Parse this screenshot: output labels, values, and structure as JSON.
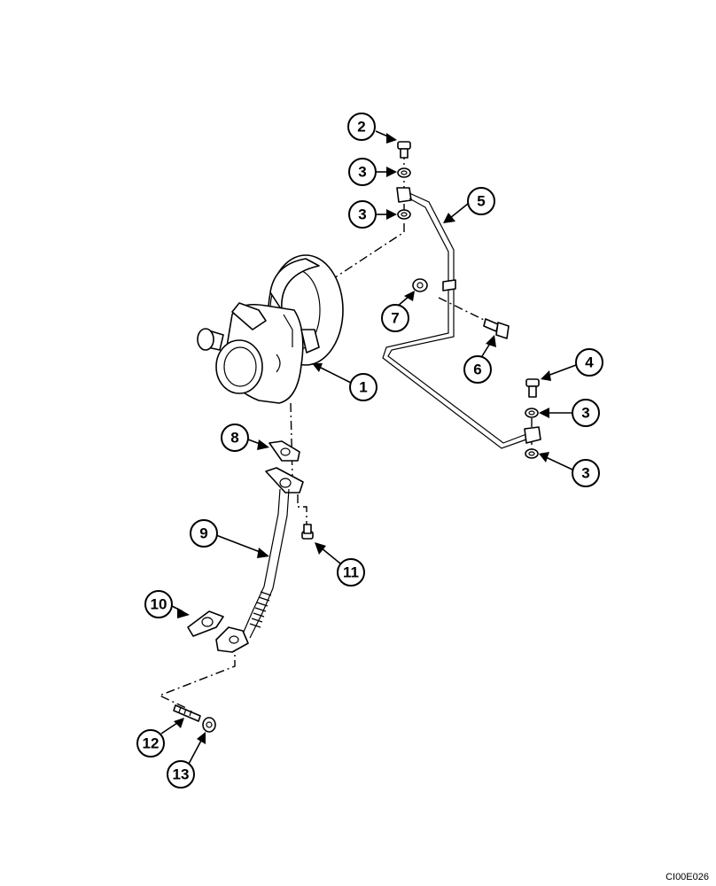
{
  "callouts": [
    {
      "id": "c1",
      "label": "1"
    },
    {
      "id": "c2",
      "label": "2"
    },
    {
      "id": "c3a",
      "label": "3"
    },
    {
      "id": "c3b",
      "label": "3"
    },
    {
      "id": "c3c",
      "label": "3"
    },
    {
      "id": "c3d",
      "label": "3"
    },
    {
      "id": "c4",
      "label": "4"
    },
    {
      "id": "c5",
      "label": "5"
    },
    {
      "id": "c6",
      "label": "6"
    },
    {
      "id": "c7",
      "label": "7"
    },
    {
      "id": "c8",
      "label": "8"
    },
    {
      "id": "c9",
      "label": "9"
    },
    {
      "id": "c10",
      "label": "10"
    },
    {
      "id": "c11",
      "label": "11"
    },
    {
      "id": "c12",
      "label": "12"
    },
    {
      "id": "c13",
      "label": "13"
    }
  ],
  "figure_code": "CI00E026"
}
